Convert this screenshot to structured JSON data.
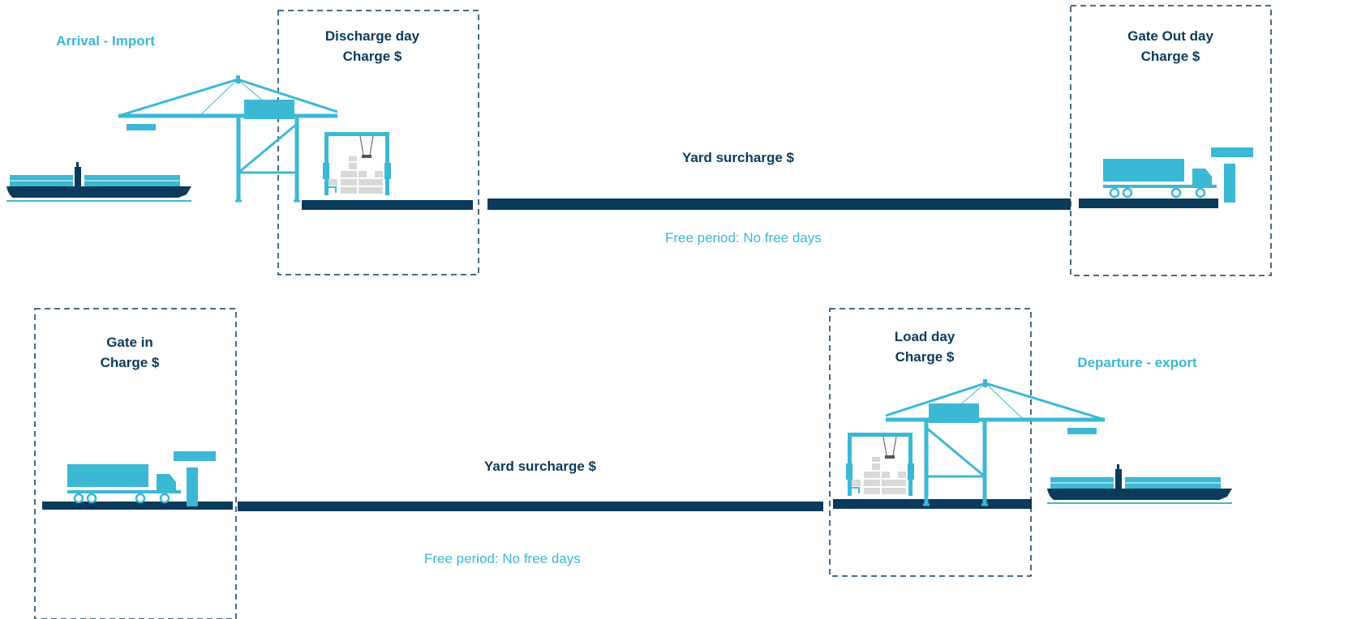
{
  "colors": {
    "navy": "#0b3a5b",
    "cyan": "#3bb8d4",
    "grey": "#d9d9d9",
    "white": "#ffffff"
  },
  "import_row": {
    "title": "Arrival - Import",
    "discharge": {
      "line1": "Discharge day",
      "line2": "Charge $"
    },
    "gate_out": {
      "line1": "Gate Out day",
      "line2": "Charge $"
    },
    "yard": "Yard surcharge $",
    "free_period": "Free period: No free days"
  },
  "export_row": {
    "title": "Departure - export",
    "gate_in": {
      "line1": "Gate in",
      "line2": "Charge $"
    },
    "load": {
      "line1": "Load day",
      "line2": "Charge $"
    },
    "yard": "Yard surcharge $",
    "free_period": "Free period: No free days"
  },
  "icons": [
    "container-ship-icon",
    "ship-to-shore-crane-icon",
    "straddle-carrier-icon",
    "truck-icon",
    "gate-icon"
  ]
}
